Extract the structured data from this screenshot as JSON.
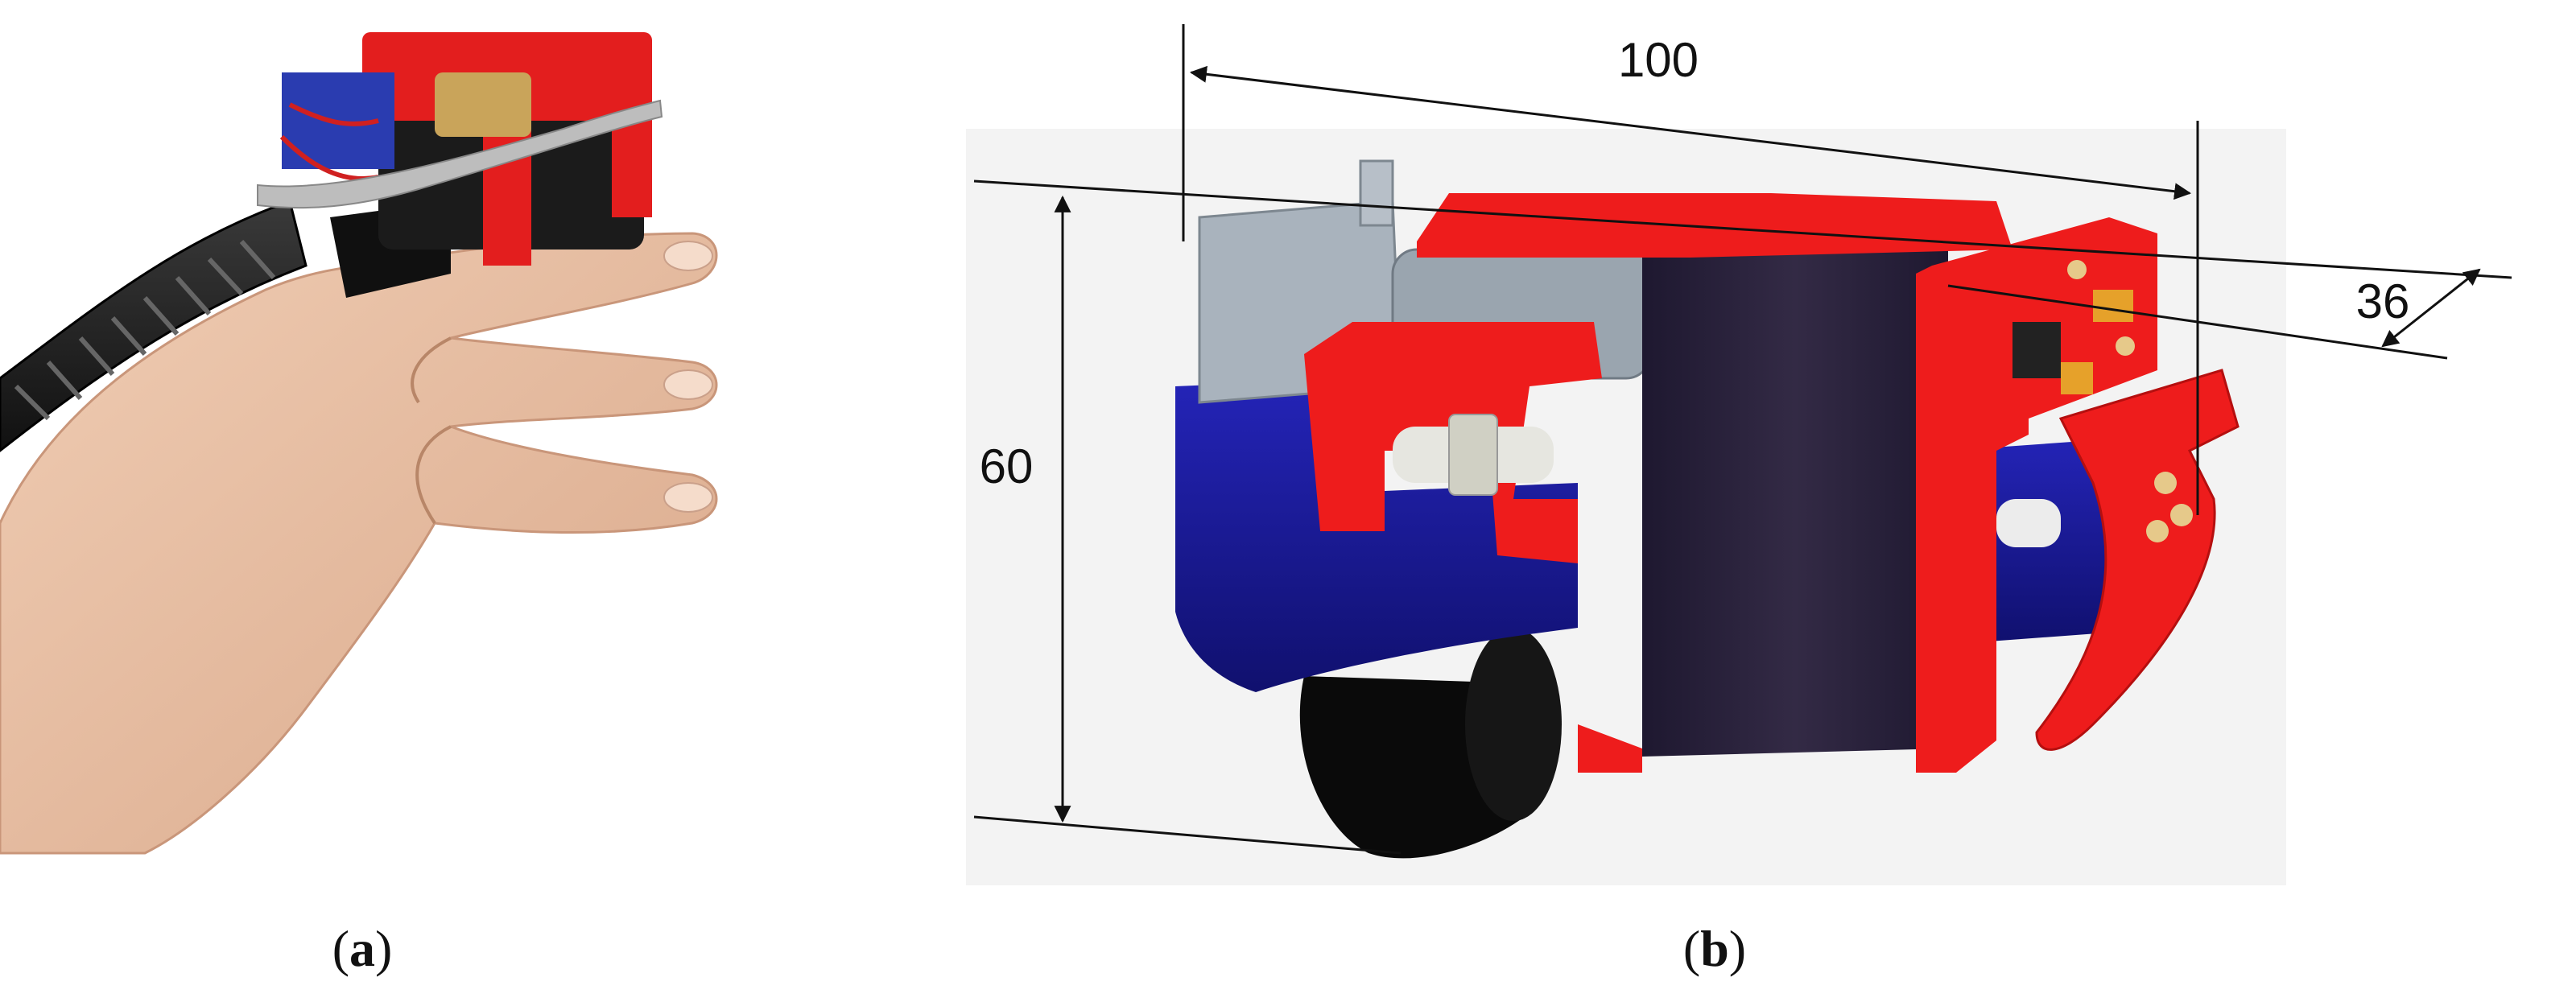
{
  "panel_a": {
    "caption_open": "(",
    "caption_letter": "a",
    "caption_close": ")"
  },
  "panel_b": {
    "caption_open": "(",
    "caption_letter": "b",
    "caption_close": ")",
    "dimensions": {
      "length": "100",
      "height": "60",
      "width": "36"
    }
  },
  "colors": {
    "frame_red": "#ee1c1c",
    "base_blue": "#1a1a9e",
    "motor_dark": "#2a2238",
    "gear_gray": "#a9b3bd",
    "wheel_black": "#0b0b0b",
    "skin": "#e8bfa3"
  }
}
